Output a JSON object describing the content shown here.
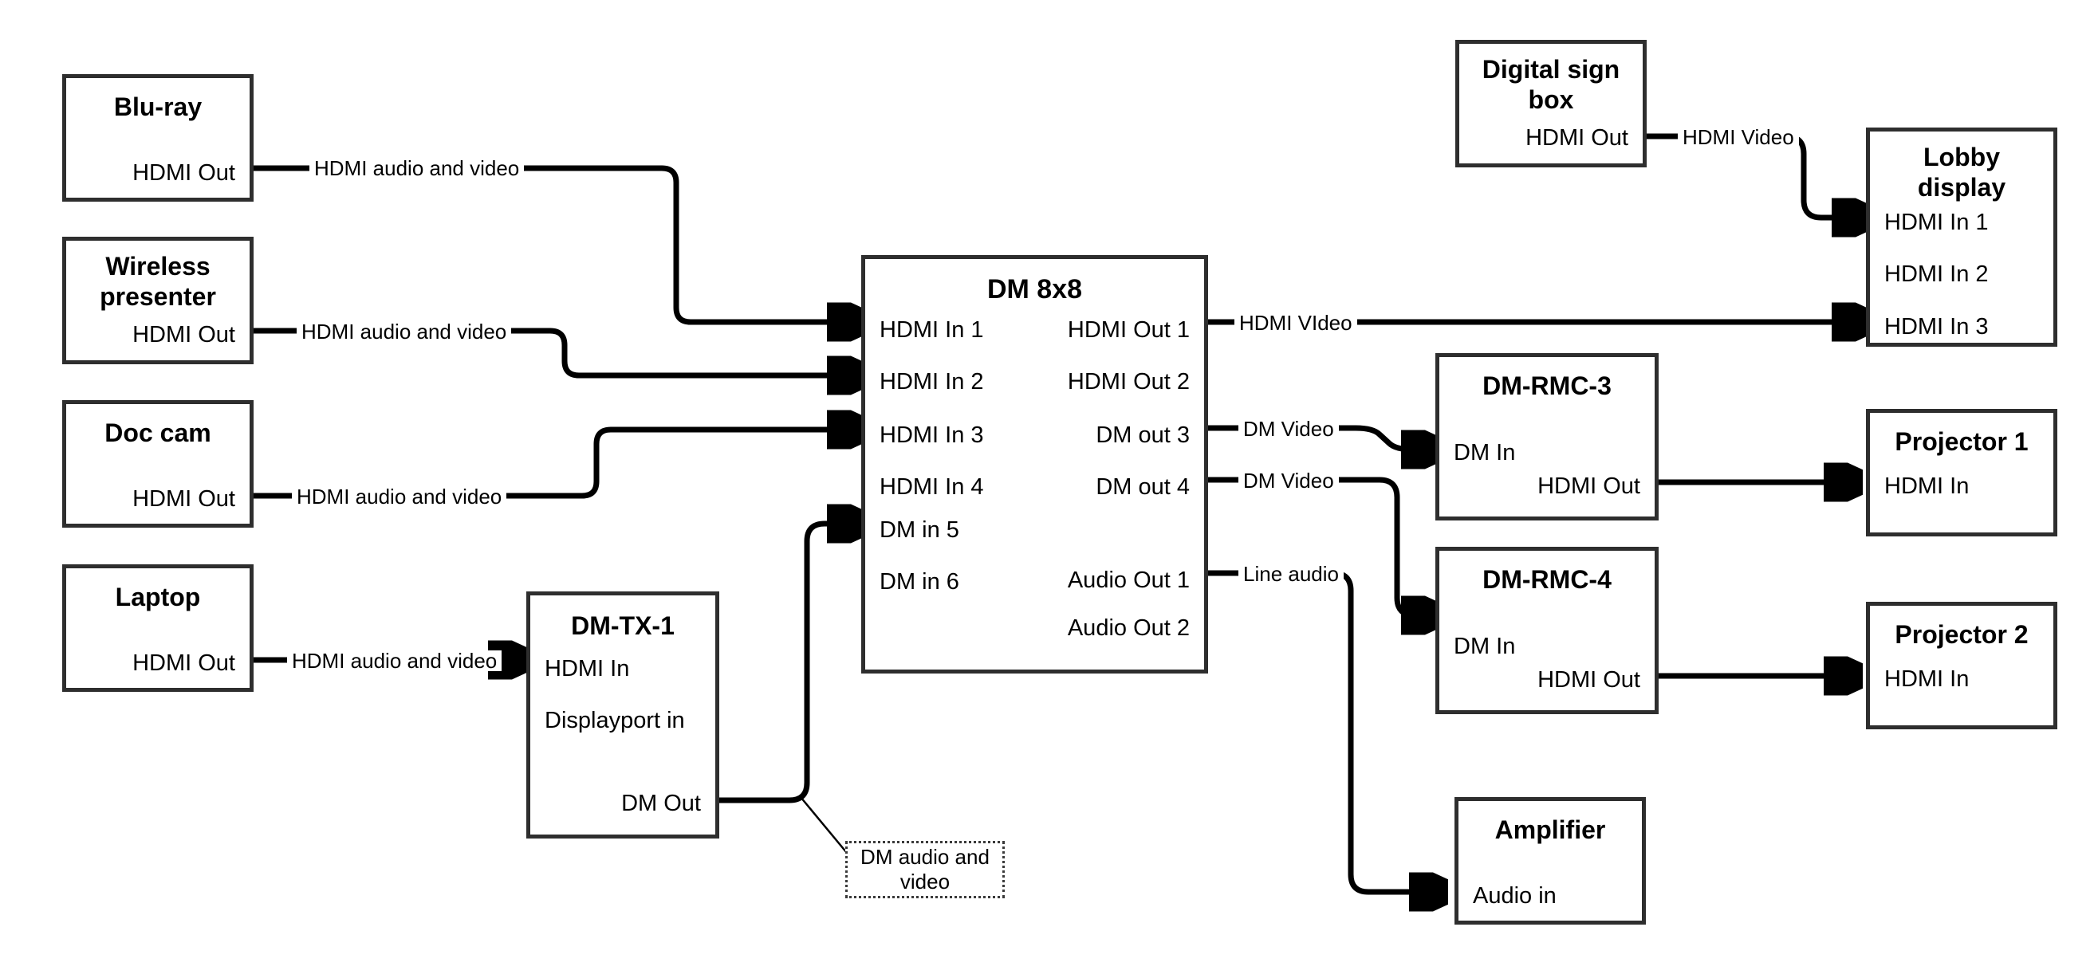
{
  "diagram": {
    "title": "AV signal flow diagram",
    "colors": {
      "box_border": "#2e2e2e",
      "wire": "#000000",
      "callout_border": "#3a3a3a",
      "background": "#ffffff"
    }
  },
  "devices": {
    "bluray": {
      "title": "Blu-ray",
      "ports": {
        "out1": "HDMI Out"
      }
    },
    "wireless": {
      "title": "Wireless\npresenter",
      "ports": {
        "out1": "HDMI Out"
      }
    },
    "doccam": {
      "title": "Doc cam",
      "ports": {
        "out1": "HDMI Out"
      }
    },
    "laptop": {
      "title": "Laptop",
      "ports": {
        "out1": "HDMI Out"
      }
    },
    "dmtx1": {
      "title": "DM-TX-1",
      "ports": {
        "in1": "HDMI In",
        "in2": "Displayport in",
        "out1": "DM Out"
      }
    },
    "dm8x8": {
      "title": "DM 8x8",
      "inputs": [
        "HDMI In 1",
        "HDMI In 2",
        "HDMI In 3",
        "HDMI In 4",
        "DM in 5",
        "DM in 6"
      ],
      "outputs": [
        "HDMI Out 1",
        "HDMI Out 2",
        "DM out 3",
        "DM out 4",
        "Audio Out 1",
        "Audio Out 2"
      ]
    },
    "digitalsign": {
      "title": "Digital sign\nbox",
      "ports": {
        "out1": "HDMI Out"
      }
    },
    "lobby": {
      "title": "Lobby\ndisplay",
      "inputs": [
        "HDMI In 1",
        "HDMI In 2",
        "HDMI In 3"
      ]
    },
    "dmrmc3": {
      "title": "DM-RMC-3",
      "ports": {
        "in1": "DM In",
        "out1": "HDMI Out"
      }
    },
    "dmrmc4": {
      "title": "DM-RMC-4",
      "ports": {
        "in1": "DM In",
        "out1": "HDMI Out"
      }
    },
    "projector1": {
      "title": "Projector 1",
      "ports": {
        "in1": "HDMI In"
      }
    },
    "projector2": {
      "title": "Projector 2",
      "ports": {
        "in1": "HDMI In"
      }
    },
    "amplifier": {
      "title": "Amplifier",
      "ports": {
        "in1": "Audio in"
      }
    }
  },
  "callouts": {
    "dm_av": "DM audio and\nvideo"
  },
  "links": [
    {
      "id": "bluray_to_in1",
      "label": "HDMI audio and video",
      "from": "bluray.HDMI Out",
      "to": "dm8x8.HDMI In 1"
    },
    {
      "id": "wireless_to_in2",
      "label": "HDMI audio and video",
      "from": "wireless.HDMI Out",
      "to": "dm8x8.HDMI In 2"
    },
    {
      "id": "doccam_to_in3",
      "label": "HDMI audio and video",
      "from": "doccam.HDMI Out",
      "to": "dm8x8.HDMI In 3"
    },
    {
      "id": "laptop_to_tx",
      "label": "HDMI audio and video",
      "from": "laptop.HDMI Out",
      "to": "dmtx1.HDMI In"
    },
    {
      "id": "tx_to_in5",
      "label": "",
      "from": "dmtx1.DM Out",
      "to": "dm8x8.DM in 5"
    },
    {
      "id": "sign_to_lobby1",
      "label": "HDMI Video",
      "from": "digitalsign.HDMI Out",
      "to": "lobby.HDMI In 1"
    },
    {
      "id": "out1_to_lobby3",
      "label": "HDMI VIdeo",
      "from": "dm8x8.HDMI Out 1",
      "to": "lobby.HDMI In 3"
    },
    {
      "id": "out3_to_rmc3",
      "label": "DM Video",
      "from": "dm8x8.DM out 3",
      "to": "dmrmc3.DM In"
    },
    {
      "id": "out4_to_rmc4",
      "label": "DM Video",
      "from": "dm8x8.DM out 4",
      "to": "dmrmc4.DM In"
    },
    {
      "id": "audio1_to_amp",
      "label": "Line audio",
      "from": "dm8x8.Audio Out 1",
      "to": "amplifier.Audio in"
    },
    {
      "id": "rmc3_to_proj1",
      "label": "",
      "from": "dmrmc3.HDMI Out",
      "to": "projector1.HDMI In"
    },
    {
      "id": "rmc4_to_proj2",
      "label": "",
      "from": "dmrmc4.HDMI Out",
      "to": "projector2.HDMI In"
    }
  ]
}
